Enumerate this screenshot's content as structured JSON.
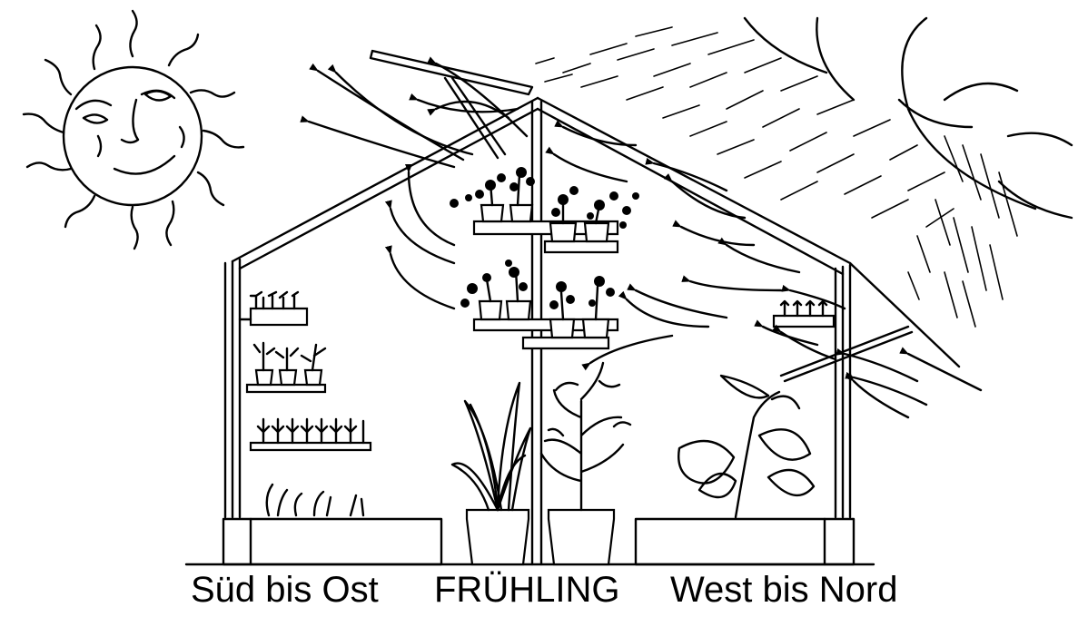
{
  "labels": {
    "left": "Süd bis Ost",
    "center": "FRÜHLING",
    "right": "West bis Nord"
  },
  "icons": {
    "sun_left": "smiling-sun-icon",
    "sun_right": "half-sun-icon"
  },
  "colors": {
    "ink": "#000000",
    "paper": "#ffffff"
  }
}
